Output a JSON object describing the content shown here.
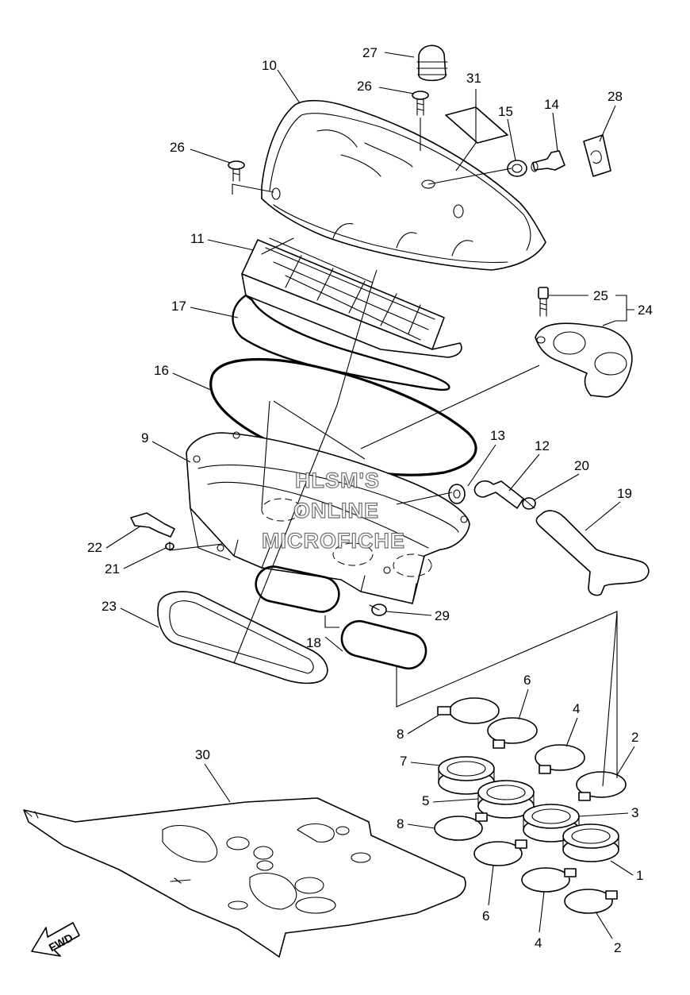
{
  "watermark": {
    "lines": [
      "HLSM'S",
      "ONLINE",
      "MICROFICHE"
    ]
  },
  "direction_label": "FWD",
  "callouts": {
    "c1": "1",
    "c2a": "2",
    "c2b": "2",
    "c3": "3",
    "c4a": "4",
    "c4b": "4",
    "c5": "5",
    "c6a": "6",
    "c6b": "6",
    "c7": "7",
    "c8a": "8",
    "c8b": "8",
    "c9": "9",
    "c10": "10",
    "c11": "11",
    "c12": "12",
    "c13": "13",
    "c14": "14",
    "c15": "15",
    "c16": "16",
    "c17": "17",
    "c18": "18",
    "c19": "19",
    "c20": "20",
    "c21": "21",
    "c22": "22",
    "c23": "23",
    "c24": "24",
    "c25": "25",
    "c26a": "26",
    "c26b": "26",
    "c27": "27",
    "c28": "28",
    "c29": "29",
    "c30": "30",
    "c31": "31"
  }
}
